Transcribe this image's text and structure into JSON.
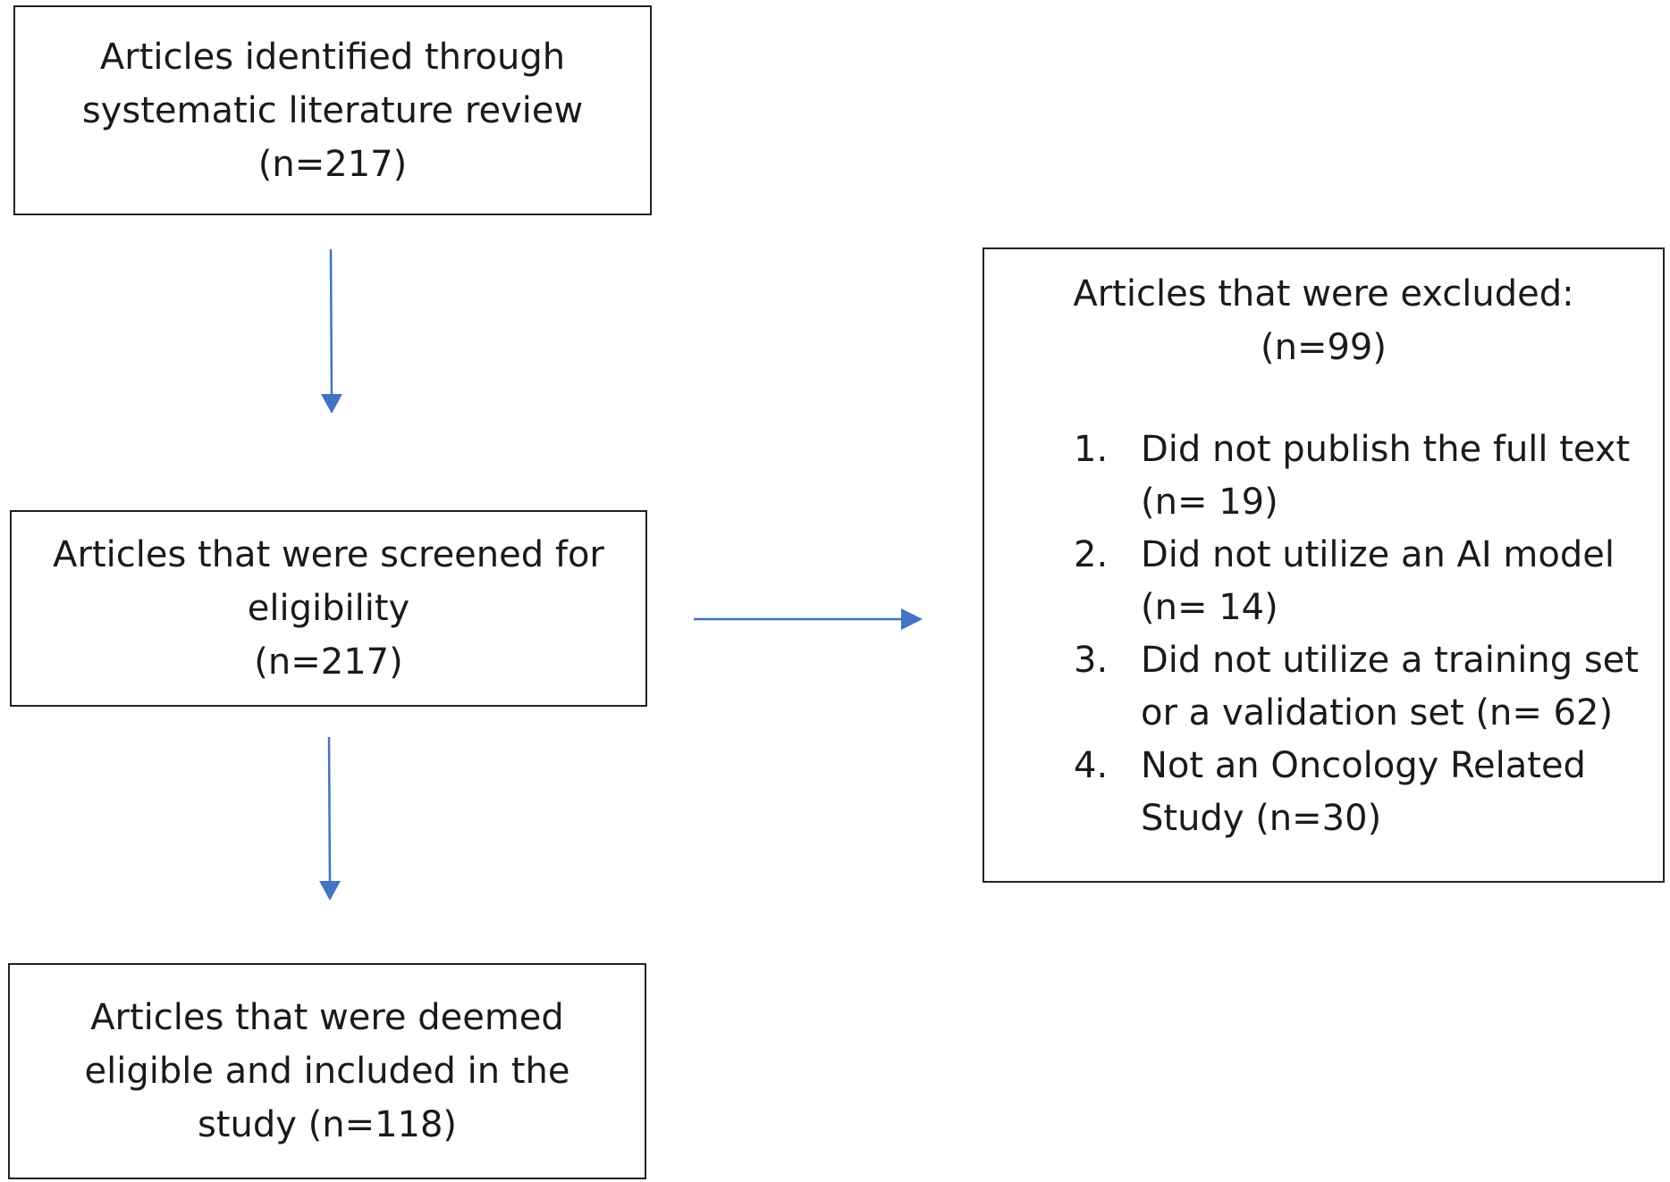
{
  "boxes": {
    "identified": {
      "line1": "Articles identified through",
      "line2": "systematic literature review",
      "line3": "(n=217)"
    },
    "screened": {
      "line1": "Articles that were screened for",
      "line2": "eligibility",
      "line3": "(n=217)"
    },
    "included": {
      "line1": "Articles that were deemed",
      "line2": "eligible and included in the",
      "line3": "study (n=118)"
    },
    "excluded": {
      "title": "Articles that were excluded:",
      "count": "(n=99)",
      "reasons": [
        {
          "num": "1.",
          "line1": "Did not publish the full text",
          "line2": "(n= 19)"
        },
        {
          "num": "2.",
          "line1": "Did not utilize an AI model",
          "line2": "(n= 14)"
        },
        {
          "num": "3.",
          "line1": "Did not utilize a training set",
          "line2": "or a validation set (n= 62)"
        },
        {
          "num": "4.",
          "line1": "Not an Oncology Related",
          "line2": "Study (n=30)"
        }
      ]
    }
  },
  "colors": {
    "arrow": "#4472C4",
    "border": "#222222"
  }
}
